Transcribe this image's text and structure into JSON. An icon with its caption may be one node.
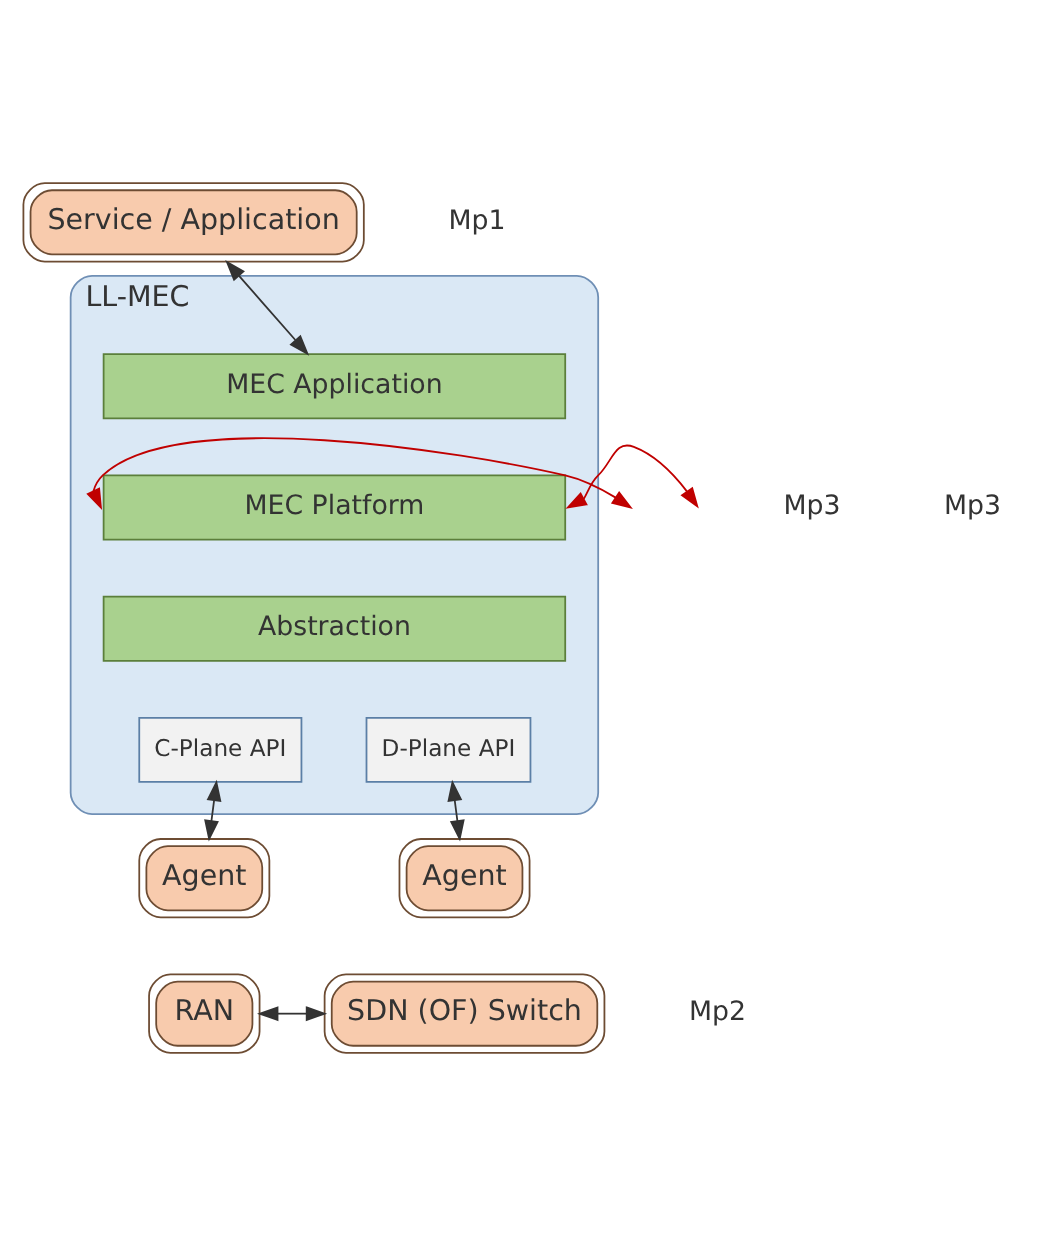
{
  "diagram": {
    "nodes": [
      {
        "text": [
          "Service / Application"
        ]
      },
      {
        "text": [
          "LL-MEC"
        ]
      },
      {
        "text": [
          "MEC Application"
        ],
        "in": 1
      },
      {
        "text": [
          "MEC Platform"
        ],
        "in": 1
      },
      {
        "text": [
          "Abstraction"
        ],
        "in": 1
      },
      {
        "text": [
          "C-Plane API"
        ],
        "in": 1
      },
      {
        "text": [
          "D-Plane API"
        ],
        "in": 1
      },
      {
        "text": [
          "Agent"
        ]
      },
      {
        "text": [
          "RAN"
        ]
      },
      {
        "text": [
          "Agent"
        ]
      },
      {
        "text": [
          "SDN (OF) Switch"
        ]
      }
    ],
    "edges": [
      {
        "from": 0,
        "to": 2,
        "arrow": "both"
      },
      {
        "from": null,
        "to": 3,
        "arrow": "both",
        "color": "#c00000"
      },
      {
        "from": null,
        "to": 3,
        "arrow": "both",
        "color": "#c00000"
      },
      {
        "from": 5,
        "to": 7,
        "arrow": "both"
      },
      {
        "from": 6,
        "to": 9,
        "arrow": "both"
      },
      {
        "from": 8,
        "to": 10,
        "arrow": "both"
      }
    ],
    "labels": [
      "Mp1",
      "Mp3",
      "Mp3",
      "Mp2"
    ]
  }
}
